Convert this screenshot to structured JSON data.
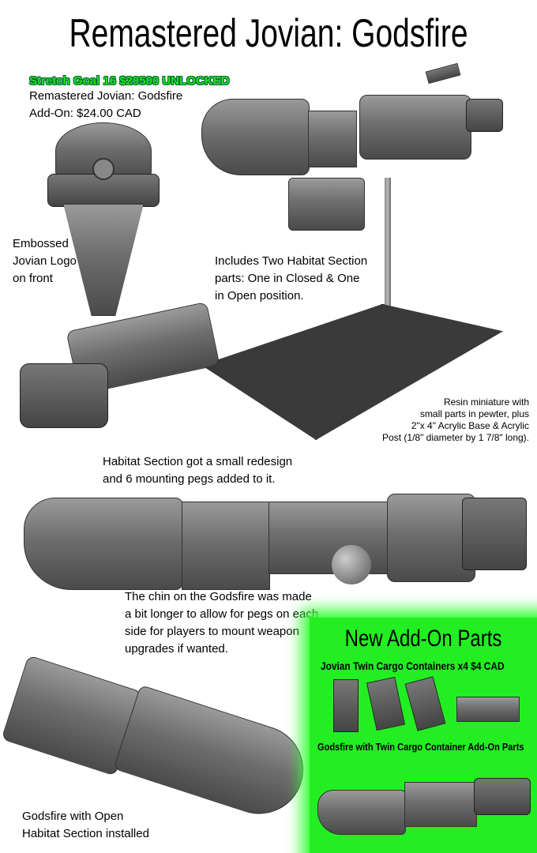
{
  "title": "Remastered Jovian: Godsfire",
  "stretch_goal": {
    "badge": "Stretch Goal 16 $20500 UNLOCKED",
    "name": "Remastered Jovian: Godsfire",
    "price": "Add-On: $24.00 CAD"
  },
  "captions": {
    "embossed": [
      "Embossed",
      "Jovian Logo",
      "on front"
    ],
    "habitat_parts": [
      "Includes Two Habitat Section",
      "parts: One in Closed & One",
      "in Open position."
    ],
    "resin": [
      "Resin miniature with",
      "small parts in pewter, plus",
      "2\"x 4\" Acrylic Base & Acrylic",
      "Post (1/8\" diameter by 1 7/8\" long)."
    ],
    "habitat_redesign": [
      "Habitat Section got a small redesign",
      "and 6 mounting pegs added to it."
    ],
    "chin": [
      "The chin on the Godsfire was made",
      "a bit longer to allow for pegs on each",
      "side for players to mount weapon",
      "upgrades if wanted."
    ],
    "open_habitat": [
      "Godsfire with Open",
      "Habitat Section installed"
    ]
  },
  "addons": {
    "heading": "New Add-On Parts",
    "item": "Jovian Twin Cargo Containers x4 $4 CAD",
    "render_caption": "Godsfire with Twin Cargo Container Add-On Parts"
  }
}
